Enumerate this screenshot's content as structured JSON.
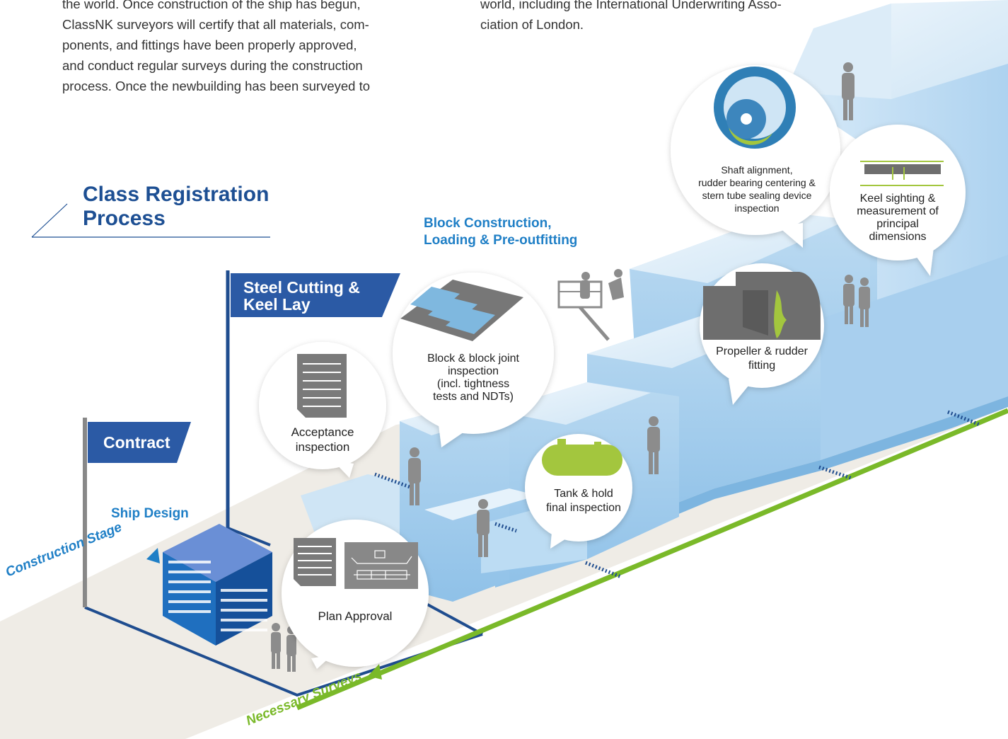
{
  "intro_left": [
    "the world. Once construction of the ship has begun,",
    "ClassNK surveyors will certify that all materials, com-",
    "ponents, and fittings have been properly approved,",
    "and conduct regular surveys during the construction",
    "process. Once the newbuilding has been surveyed to"
  ],
  "intro_right": [
    "world, including the International Underwriting Asso-",
    "ciation of London."
  ],
  "title": [
    "Class Registration",
    "Process"
  ],
  "flags": {
    "contract": "Contract",
    "steel_cutting": [
      "Steel Cutting &",
      "Keel Lay"
    ]
  },
  "stages": {
    "ship_design": "Ship Design",
    "block_construction": [
      "Block Construction,",
      "Loading & Pre-outfitting"
    ]
  },
  "axis_labels": {
    "construction_stage": "Construction Stage",
    "necessary_surveys": "Necessary Surveys"
  },
  "bubbles": {
    "plan_approval": [
      "Plan Approval"
    ],
    "acceptance": [
      "Acceptance",
      "inspection"
    ],
    "block_joint": [
      "Block & block joint",
      "inspection",
      "(incl. tightness",
      "tests and NDTs)"
    ],
    "tank_hold": [
      "Tank & hold",
      "final inspection"
    ],
    "propeller": [
      "Propeller & rudder",
      "fitting"
    ],
    "shaft": [
      "Shaft alignment,",
      "rudder bearing centering &",
      "stern tube sealing device",
      "inspection"
    ],
    "keel_sighting": [
      "Keel sighting &",
      "measurement of",
      "principal",
      "dimensions"
    ]
  },
  "colors": {
    "title_blue": "#1d4f93",
    "flag_blue": "#2b5aa5",
    "stage_blue": "#1f7fc6",
    "survey_green": "#7ab929",
    "ground": "#efece6"
  }
}
